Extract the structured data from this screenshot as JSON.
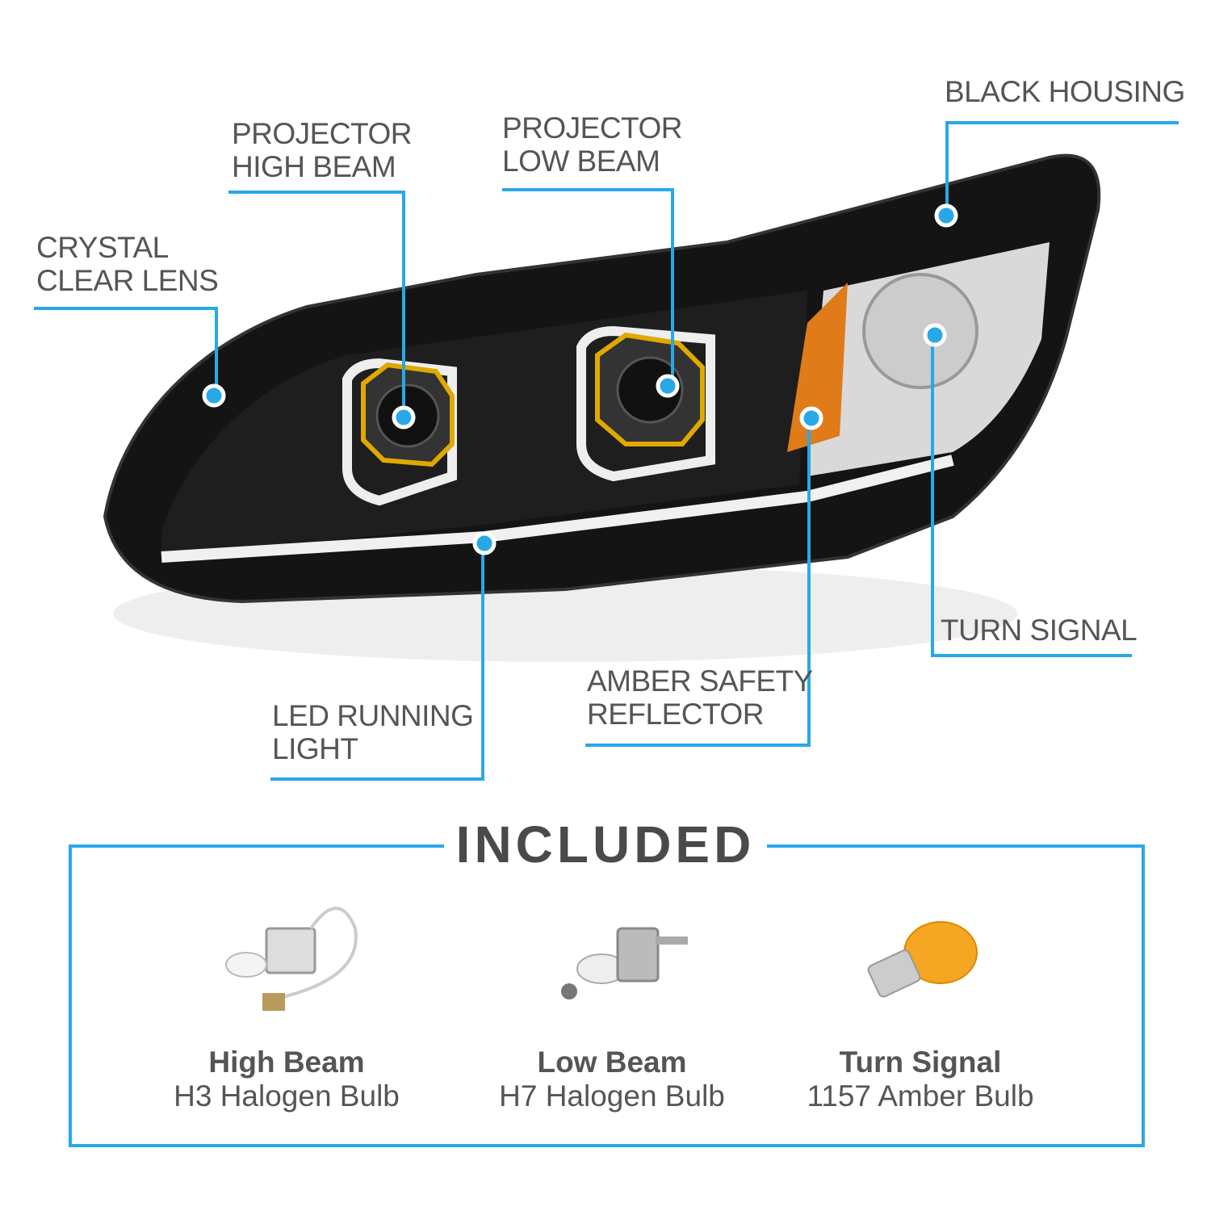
{
  "callouts": {
    "crystal_clear_lens": [
      "CRYSTAL",
      "CLEAR LENS"
    ],
    "projector_high_beam": [
      "PROJECTOR",
      "HIGH BEAM"
    ],
    "projector_low_beam": [
      "PROJECTOR",
      "LOW BEAM"
    ],
    "black_housing": [
      "BLACK HOUSING"
    ],
    "turn_signal": [
      "TURN SIGNAL"
    ],
    "amber_safety_reflector": [
      "AMBER SAFETY",
      "REFLECTOR"
    ],
    "led_running_light": [
      "LED RUNNING",
      "LIGHT"
    ]
  },
  "included": {
    "title": "INCLUDED",
    "items": [
      {
        "title": "High Beam",
        "subtitle": "H3 Halogen Bulb"
      },
      {
        "title": "Low Beam",
        "subtitle": "H7 Halogen Bulb"
      },
      {
        "title": "Turn Signal",
        "subtitle": "1157 Amber Bulb"
      }
    ]
  },
  "colors": {
    "accent": "#29a8e8",
    "text": "#555555",
    "amber": "#f5a623"
  }
}
